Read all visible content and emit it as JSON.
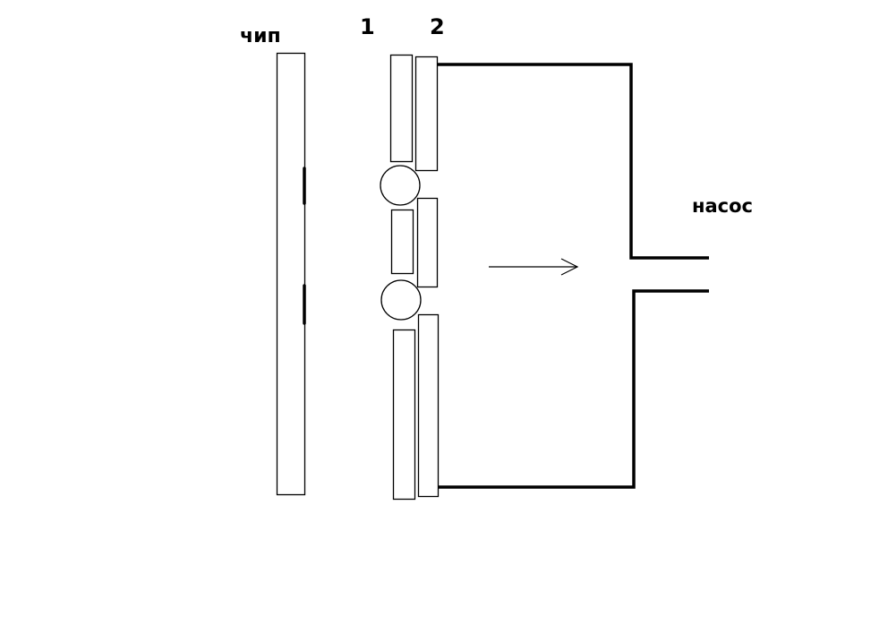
{
  "labels": {
    "chip": "чип",
    "layer1": "1",
    "layer2": "2",
    "pump": "насос"
  },
  "colors": {
    "stroke": "#000000",
    "background": "#ffffff"
  }
}
